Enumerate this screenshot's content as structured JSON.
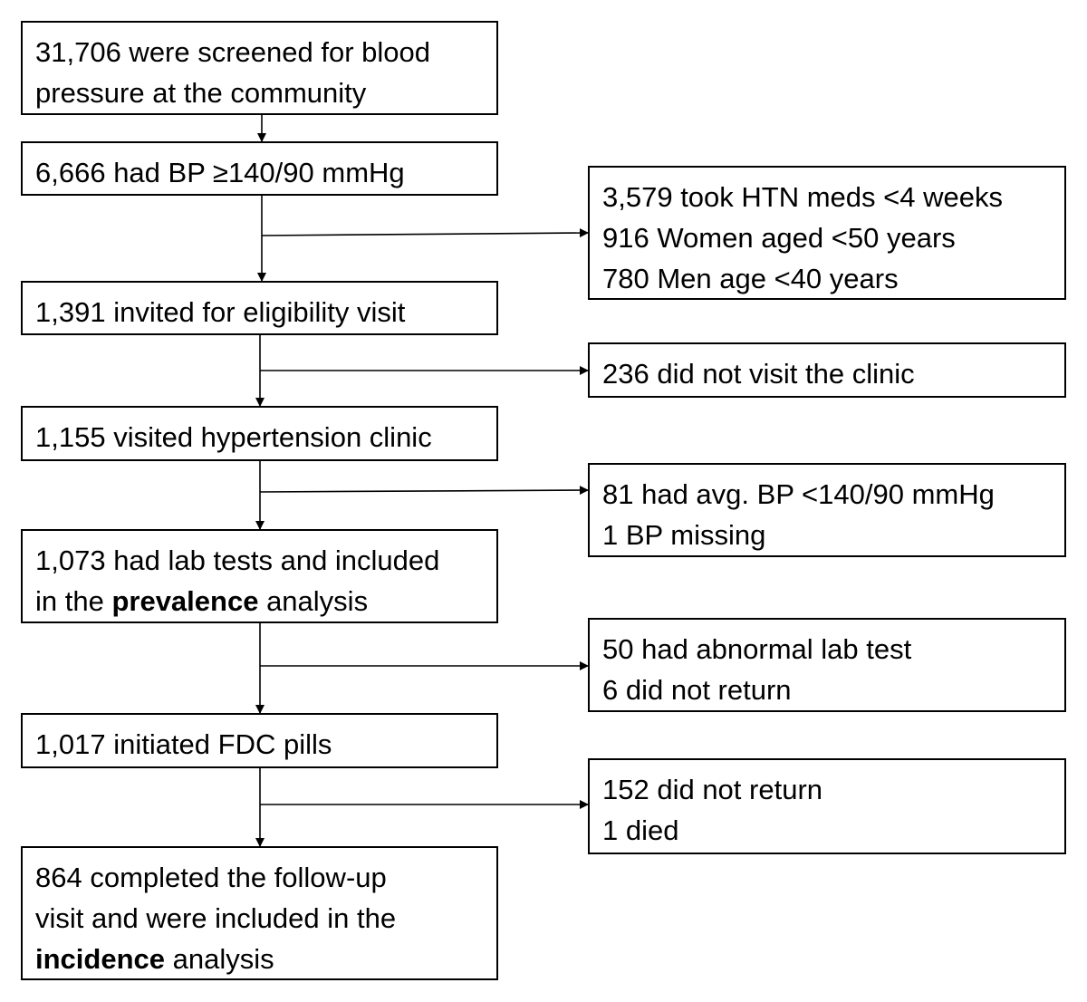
{
  "main_boxes": [
    {
      "id": "screened",
      "lines": [
        [
          "31,706 were screened for blood"
        ],
        [
          "pressure at the community"
        ]
      ]
    },
    {
      "id": "high-bp",
      "lines": [
        [
          "6,666 had BP ≥140/90 mmHg"
        ]
      ]
    },
    {
      "id": "invited",
      "lines": [
        [
          "1,391 invited for eligibility visit"
        ]
      ]
    },
    {
      "id": "visited",
      "lines": [
        [
          "1,155 visited hypertension clinic"
        ]
      ]
    },
    {
      "id": "lab-tests",
      "lines": [
        [
          "1,073 had lab tests and included"
        ],
        [
          "in the ",
          {
            "b": "prevalence"
          },
          " analysis"
        ]
      ]
    },
    {
      "id": "initiated",
      "lines": [
        [
          "1,017 initiated FDC pills"
        ]
      ]
    },
    {
      "id": "completed",
      "lines": [
        [
          "864 completed the follow-up"
        ],
        [
          "visit and were included in the"
        ],
        [
          {
            "b": "incidence"
          },
          " analysis"
        ]
      ]
    }
  ],
  "exclusion_boxes": [
    {
      "id": "excl-1",
      "lines": [
        [
          "3,579 took HTN meds <4 weeks"
        ],
        [
          "916 Women aged <50 years"
        ],
        [
          "780 Men age <40 years"
        ]
      ]
    },
    {
      "id": "excl-2",
      "lines": [
        [
          "236 did not visit the clinic"
        ]
      ]
    },
    {
      "id": "excl-3",
      "lines": [
        [
          "81 had avg. BP <140/90 mmHg"
        ],
        [
          "1 BP missing"
        ]
      ]
    },
    {
      "id": "excl-4",
      "lines": [
        [
          "50 had abnormal lab test"
        ],
        [
          "6 did not return"
        ]
      ]
    },
    {
      "id": "excl-5",
      "lines": [
        [
          "152 did not return"
        ],
        [
          "1 died"
        ]
      ]
    }
  ]
}
